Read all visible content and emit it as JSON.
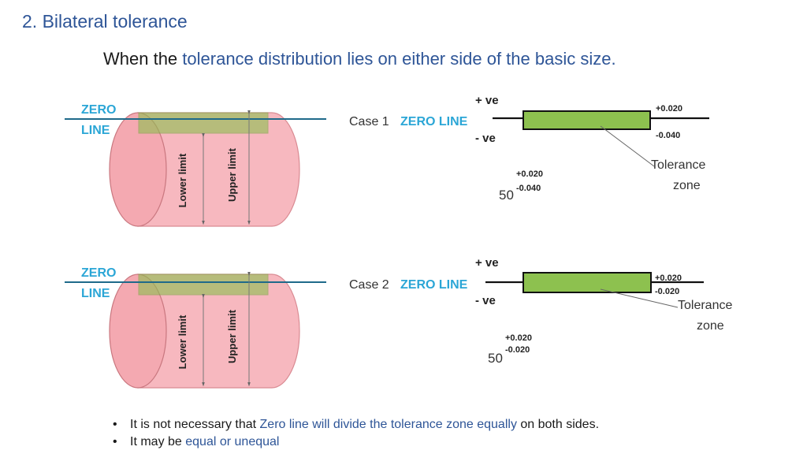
{
  "title": "2. Bilateral tolerance",
  "subtitle": {
    "prefix": "When the ",
    "highlight": "tolerance distribution lies on either side of the basic size."
  },
  "case1": {
    "zero_label_1": "ZERO",
    "zero_label_2": "LINE",
    "lower_limit": "Lower limit",
    "upper_limit": "Upper limit",
    "case_label": "Case 1",
    "zero_line_label": "ZERO LINE",
    "plus_ve": "+ ve",
    "minus_ve": "- ve",
    "upper_dev": "+0.020",
    "lower_dev": "-0.040",
    "tolerance_1": "Tolerance",
    "tolerance_2": "zone",
    "basic_size": "50",
    "sup": "+0.020",
    "sub": "-0.040"
  },
  "case2": {
    "zero_label_1": "ZERO",
    "zero_label_2": "LINE",
    "lower_limit": "Lower limit",
    "upper_limit": "Upper limit",
    "case_label": "Case 2",
    "zero_line_label": "ZERO LINE",
    "plus_ve": "+ ve",
    "minus_ve": "- ve",
    "upper_dev": "+0.020",
    "lower_dev": "-0.020",
    "tolerance_1": "Tolerance",
    "tolerance_2": "zone",
    "basic_size": "50",
    "sup": "+0.020",
    "sub": "-0.020"
  },
  "bullets": [
    {
      "bullet": "•",
      "pre": "It is not necessary that ",
      "hl": "Zero line will divide the tolerance zone equally",
      "post": " on both  sides."
    },
    {
      "bullet": "•",
      "pre": "It may be ",
      "hl": "equal or unequal",
      "post": ""
    }
  ],
  "colors": {
    "accent_blue": "#2e5597",
    "zero_label_blue": "#2ba6d6",
    "cylinder_fill": "#f7b8bf",
    "cylinder_stroke": "#d98a92",
    "band_green": "#8cbf4e",
    "zone_green": "#8dc14f"
  }
}
